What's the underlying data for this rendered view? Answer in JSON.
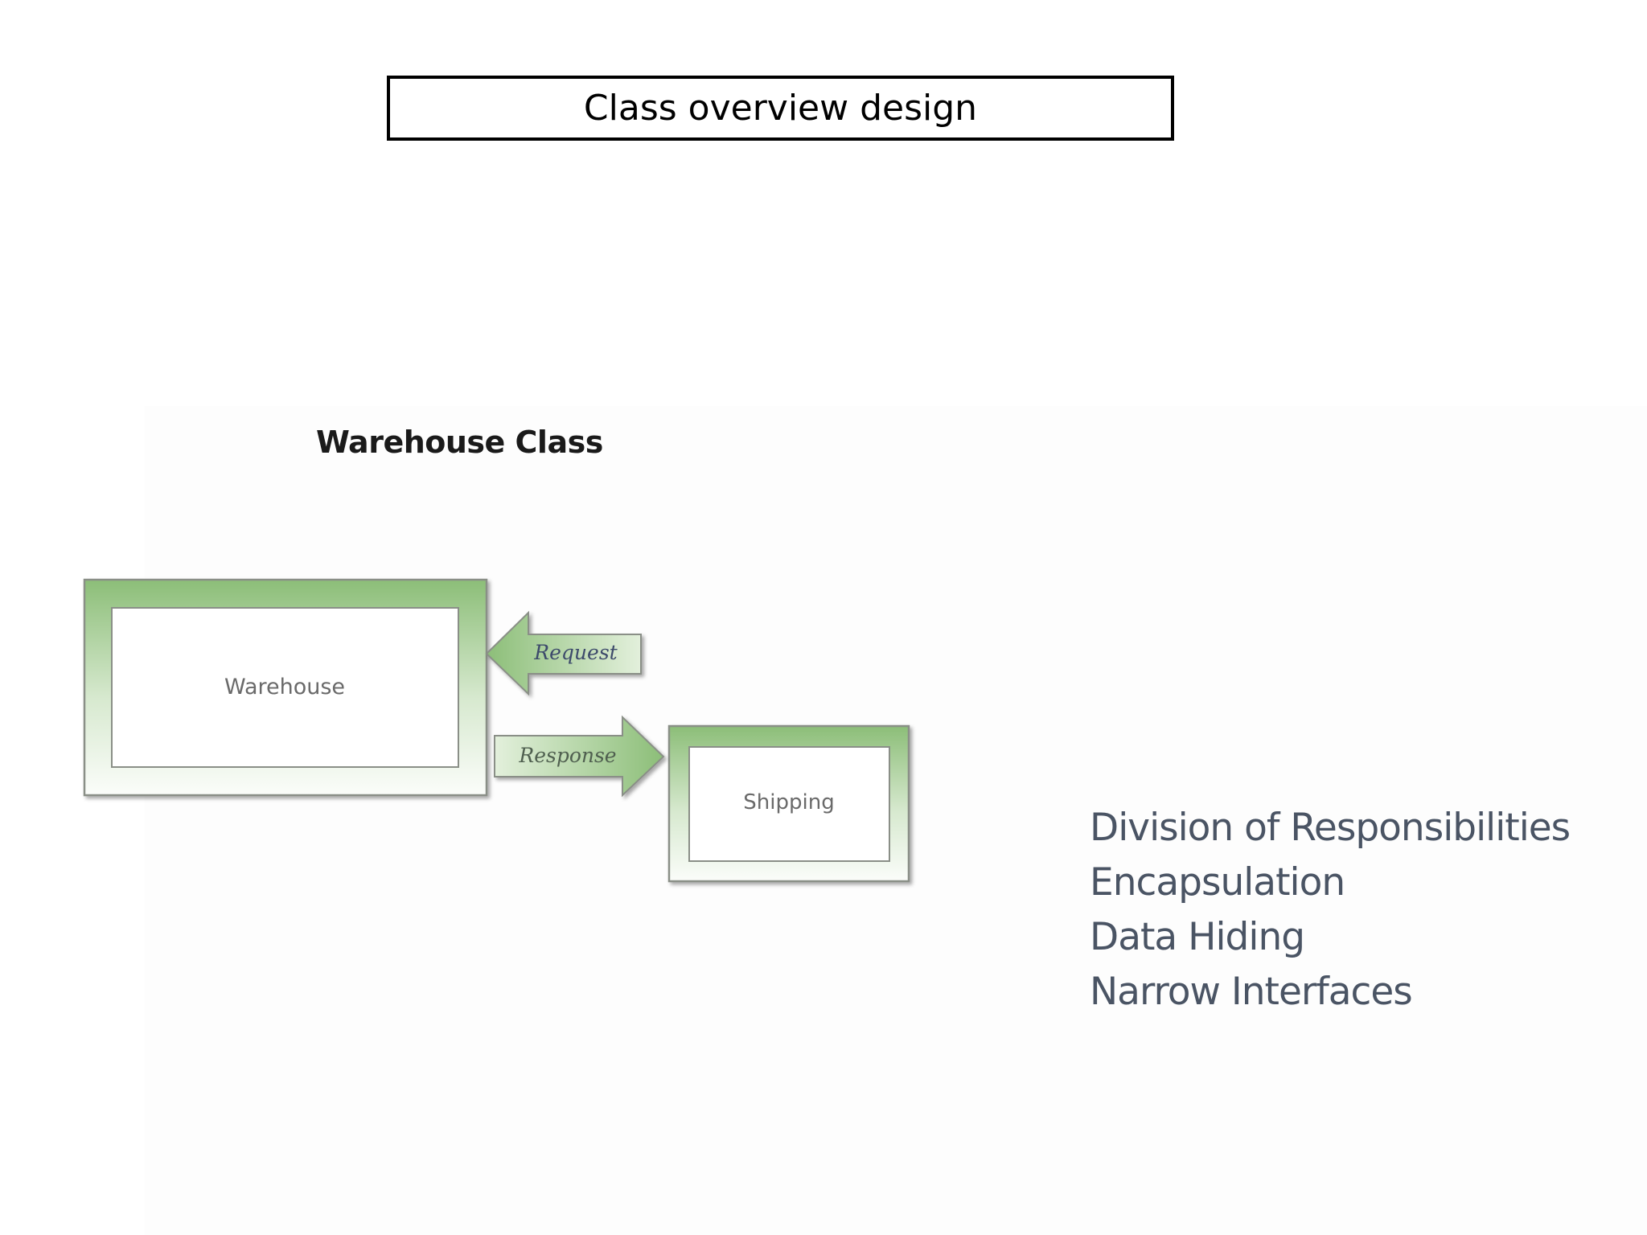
{
  "slide": {
    "title": "Class overview design"
  },
  "diagram": {
    "title": "Warehouse Class",
    "nodes": [
      {
        "id": "warehouse",
        "label": "Warehouse"
      },
      {
        "id": "shipping",
        "label": "Shipping"
      }
    ],
    "edges": [
      {
        "from": "shipping",
        "to": "warehouse",
        "label": "Request"
      },
      {
        "from": "warehouse",
        "to": "shipping",
        "label": "Response"
      }
    ],
    "colors": {
      "frame_green": "#8cbe78",
      "frame_light": "#f4f9f1",
      "arrow_text_request": "#3d4a6b",
      "arrow_text_response": "#4f5f4f",
      "box_text": "#6a6a6a"
    }
  },
  "principles": [
    "Division of Responsibilities",
    "Encapsulation",
    "Data Hiding",
    "Narrow Interfaces"
  ]
}
